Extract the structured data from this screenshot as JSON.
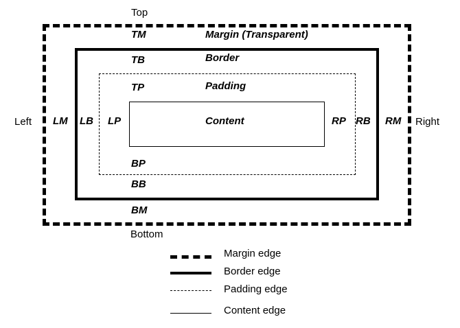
{
  "sides": {
    "top": "Top",
    "bottom": "Bottom",
    "left": "Left",
    "right": "Right"
  },
  "margin": {
    "title": "Margin (Transparent)",
    "top": "TM",
    "bottom": "BM",
    "left": "LM",
    "right": "RM"
  },
  "border": {
    "title": "Border",
    "top": "TB",
    "bottom": "BB",
    "left": "LB",
    "right": "RB"
  },
  "padding": {
    "title": "Padding",
    "top": "TP",
    "bottom": "BP",
    "left": "LP",
    "right": "RP"
  },
  "content": {
    "title": "Content"
  },
  "legend": {
    "items": [
      {
        "label": "Margin edge",
        "style": "thick-dashed"
      },
      {
        "label": "Border edge",
        "style": "thick-solid"
      },
      {
        "label": "Padding edge",
        "style": "thin-dashed"
      },
      {
        "label": "Content edge",
        "style": "thin-solid"
      }
    ]
  },
  "colors": {
    "stroke": "#000000",
    "background": "#ffffff"
  }
}
